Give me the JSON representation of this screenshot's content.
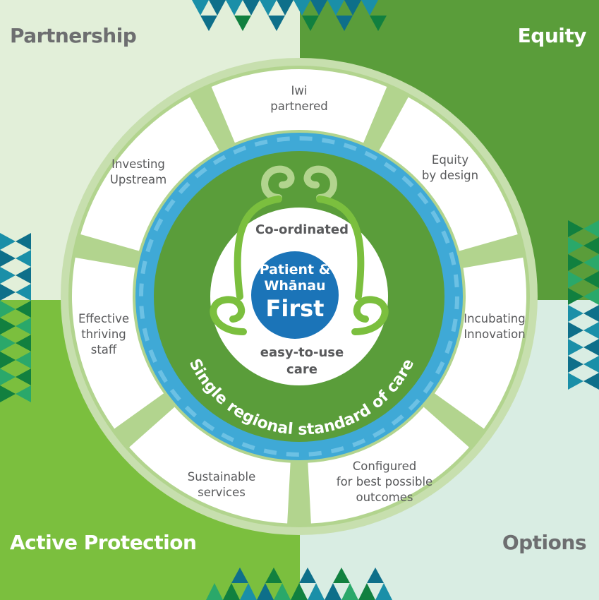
{
  "quadrants": {
    "top_left": "Partnership",
    "top_right": "Equity",
    "bottom_left": "Active Protection",
    "bottom_right": "Options"
  },
  "segments": [
    "Iwi\npartnered",
    "Equity\nby design",
    "Incubating\nInnovation",
    "Configured\nfor best possible\noutcomes",
    "Sustainable\nservices",
    "Effective\nthriving\nstaff",
    "Investing\nUpstream"
  ],
  "inner": {
    "top": "Co-ordinated",
    "bottom": "easy-to-use\ncare",
    "arc_text": "Single regional standard of care"
  },
  "center": {
    "line1": "Patient &",
    "line2": "Whānau",
    "line3": "First"
  },
  "colors": {
    "dark_green": "#5a9d3a",
    "light_green": "#7bbf3e",
    "pale_green": "#e2efd9",
    "mint": "#d9ede3",
    "blue_ring": "#3fa9d6",
    "center_blue": "#1b74b8",
    "text_grey": "#58595b"
  }
}
